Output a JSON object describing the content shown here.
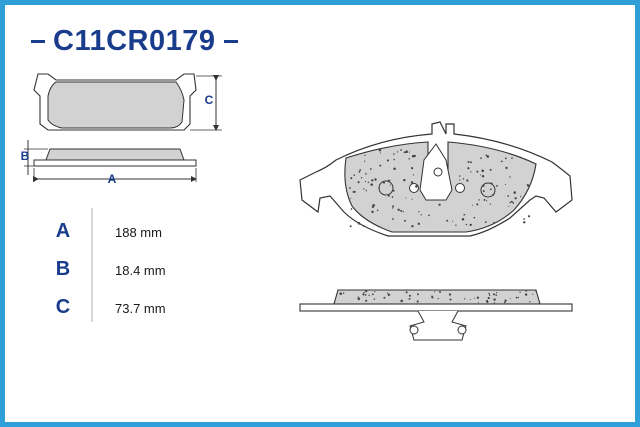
{
  "product": {
    "code": "C11CR0179"
  },
  "diagram_labels": {
    "a": "A",
    "b": "B",
    "c": "C"
  },
  "dimensions": [
    {
      "letter": "A",
      "value": "188 mm"
    },
    {
      "letter": "B",
      "value": "18.4 mm"
    },
    {
      "letter": "C",
      "value": "73.7 mm"
    }
  ],
  "colors": {
    "frame": "#2e9fd8",
    "title": "#1a3c8c",
    "pad_fill": "#d2d2d2",
    "outline": "#333333"
  }
}
